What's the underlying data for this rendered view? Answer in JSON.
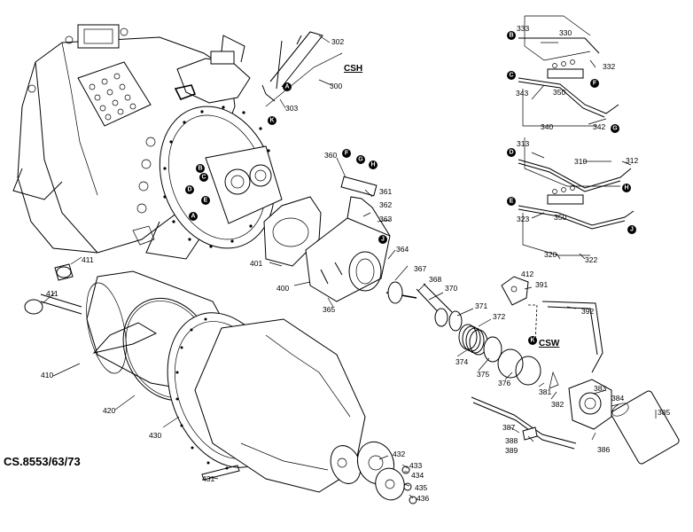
{
  "title": "CS.8553/63/73",
  "groups": {
    "csh": "CSH",
    "csw": "CSW"
  },
  "letters": {
    "A": "A",
    "B": "B",
    "C": "C",
    "D": "D",
    "E": "E",
    "F": "F",
    "G": "G",
    "H": "H",
    "J": "J",
    "K": "K"
  },
  "parts": {
    "p300": "300",
    "p302": "302",
    "p303": "303",
    "p310": "310",
    "p312": "312",
    "p313": "313",
    "p320": "320",
    "p322": "322",
    "p323": "323",
    "p330": "330",
    "p332": "332",
    "p333": "333",
    "p340": "340",
    "p342": "342",
    "p343": "343",
    "p350a": "350",
    "p350b": "350",
    "p360": "360",
    "p361": "361",
    "p362": "362",
    "p363": "363",
    "p364": "364",
    "p365": "365",
    "p367": "367",
    "p368": "368",
    "p370": "370",
    "p371": "371",
    "p372": "372",
    "p374": "374",
    "p375": "375",
    "p376": "376",
    "p381": "381",
    "p382": "382",
    "p383": "383",
    "p384": "384",
    "p385": "385",
    "p386": "386",
    "p387": "387",
    "p388": "388",
    "p389": "389",
    "p391": "391",
    "p392": "392",
    "p400": "400",
    "p401": "401",
    "p410": "410",
    "p411a": "411",
    "p411b": "411",
    "p420": "420",
    "p430": "430",
    "p431": "431",
    "p432": "432",
    "p433": "433",
    "p434": "434",
    "p435": "435",
    "p436": "436",
    "p412": "412"
  }
}
